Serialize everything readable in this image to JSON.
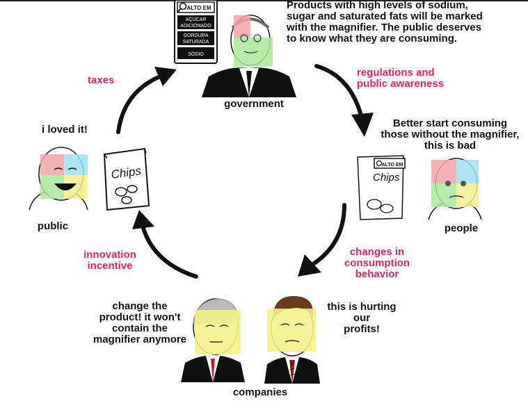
{
  "top_text": [
    "Products with high levels of sodium,",
    "sugar and saturated fats will be marked",
    "with the magnifier. The public deserves",
    "to know what they are consuming."
  ],
  "label_panel": {
    "header": "ALTO EM",
    "items": [
      "AÇUCAR ADICIONADO",
      "GORDURA SATURADA",
      "SÓDIO"
    ]
  },
  "captions": {
    "government": "government",
    "public": "public",
    "people": "people",
    "companies": "companies"
  },
  "arrows": {
    "taxes": "taxes",
    "regulations": [
      "regulations and",
      "public awareness"
    ],
    "changes": [
      "changes in",
      "consumption",
      "behavior"
    ],
    "innovation": [
      "innovation",
      "incentive"
    ]
  },
  "speech": {
    "public": "i loved it!",
    "people": [
      "Better start consuming",
      "those without the magnifier,",
      "this is bad"
    ],
    "company_left": [
      "change the",
      "product! it won't",
      "contain the",
      "magnifier anymore"
    ],
    "company_right": [
      "this is hurting",
      "our",
      "profits!"
    ]
  },
  "chips": {
    "left_text": "Chips",
    "right_text": "Chips",
    "right_badge": "ALTO EM"
  },
  "colors": {
    "accent_red": "#e0245e",
    "quad_red": "#f4a5a5",
    "quad_blue": "#9ee0f5",
    "quad_green": "#a9e79a",
    "quad_yellow": "#f4f08a"
  }
}
